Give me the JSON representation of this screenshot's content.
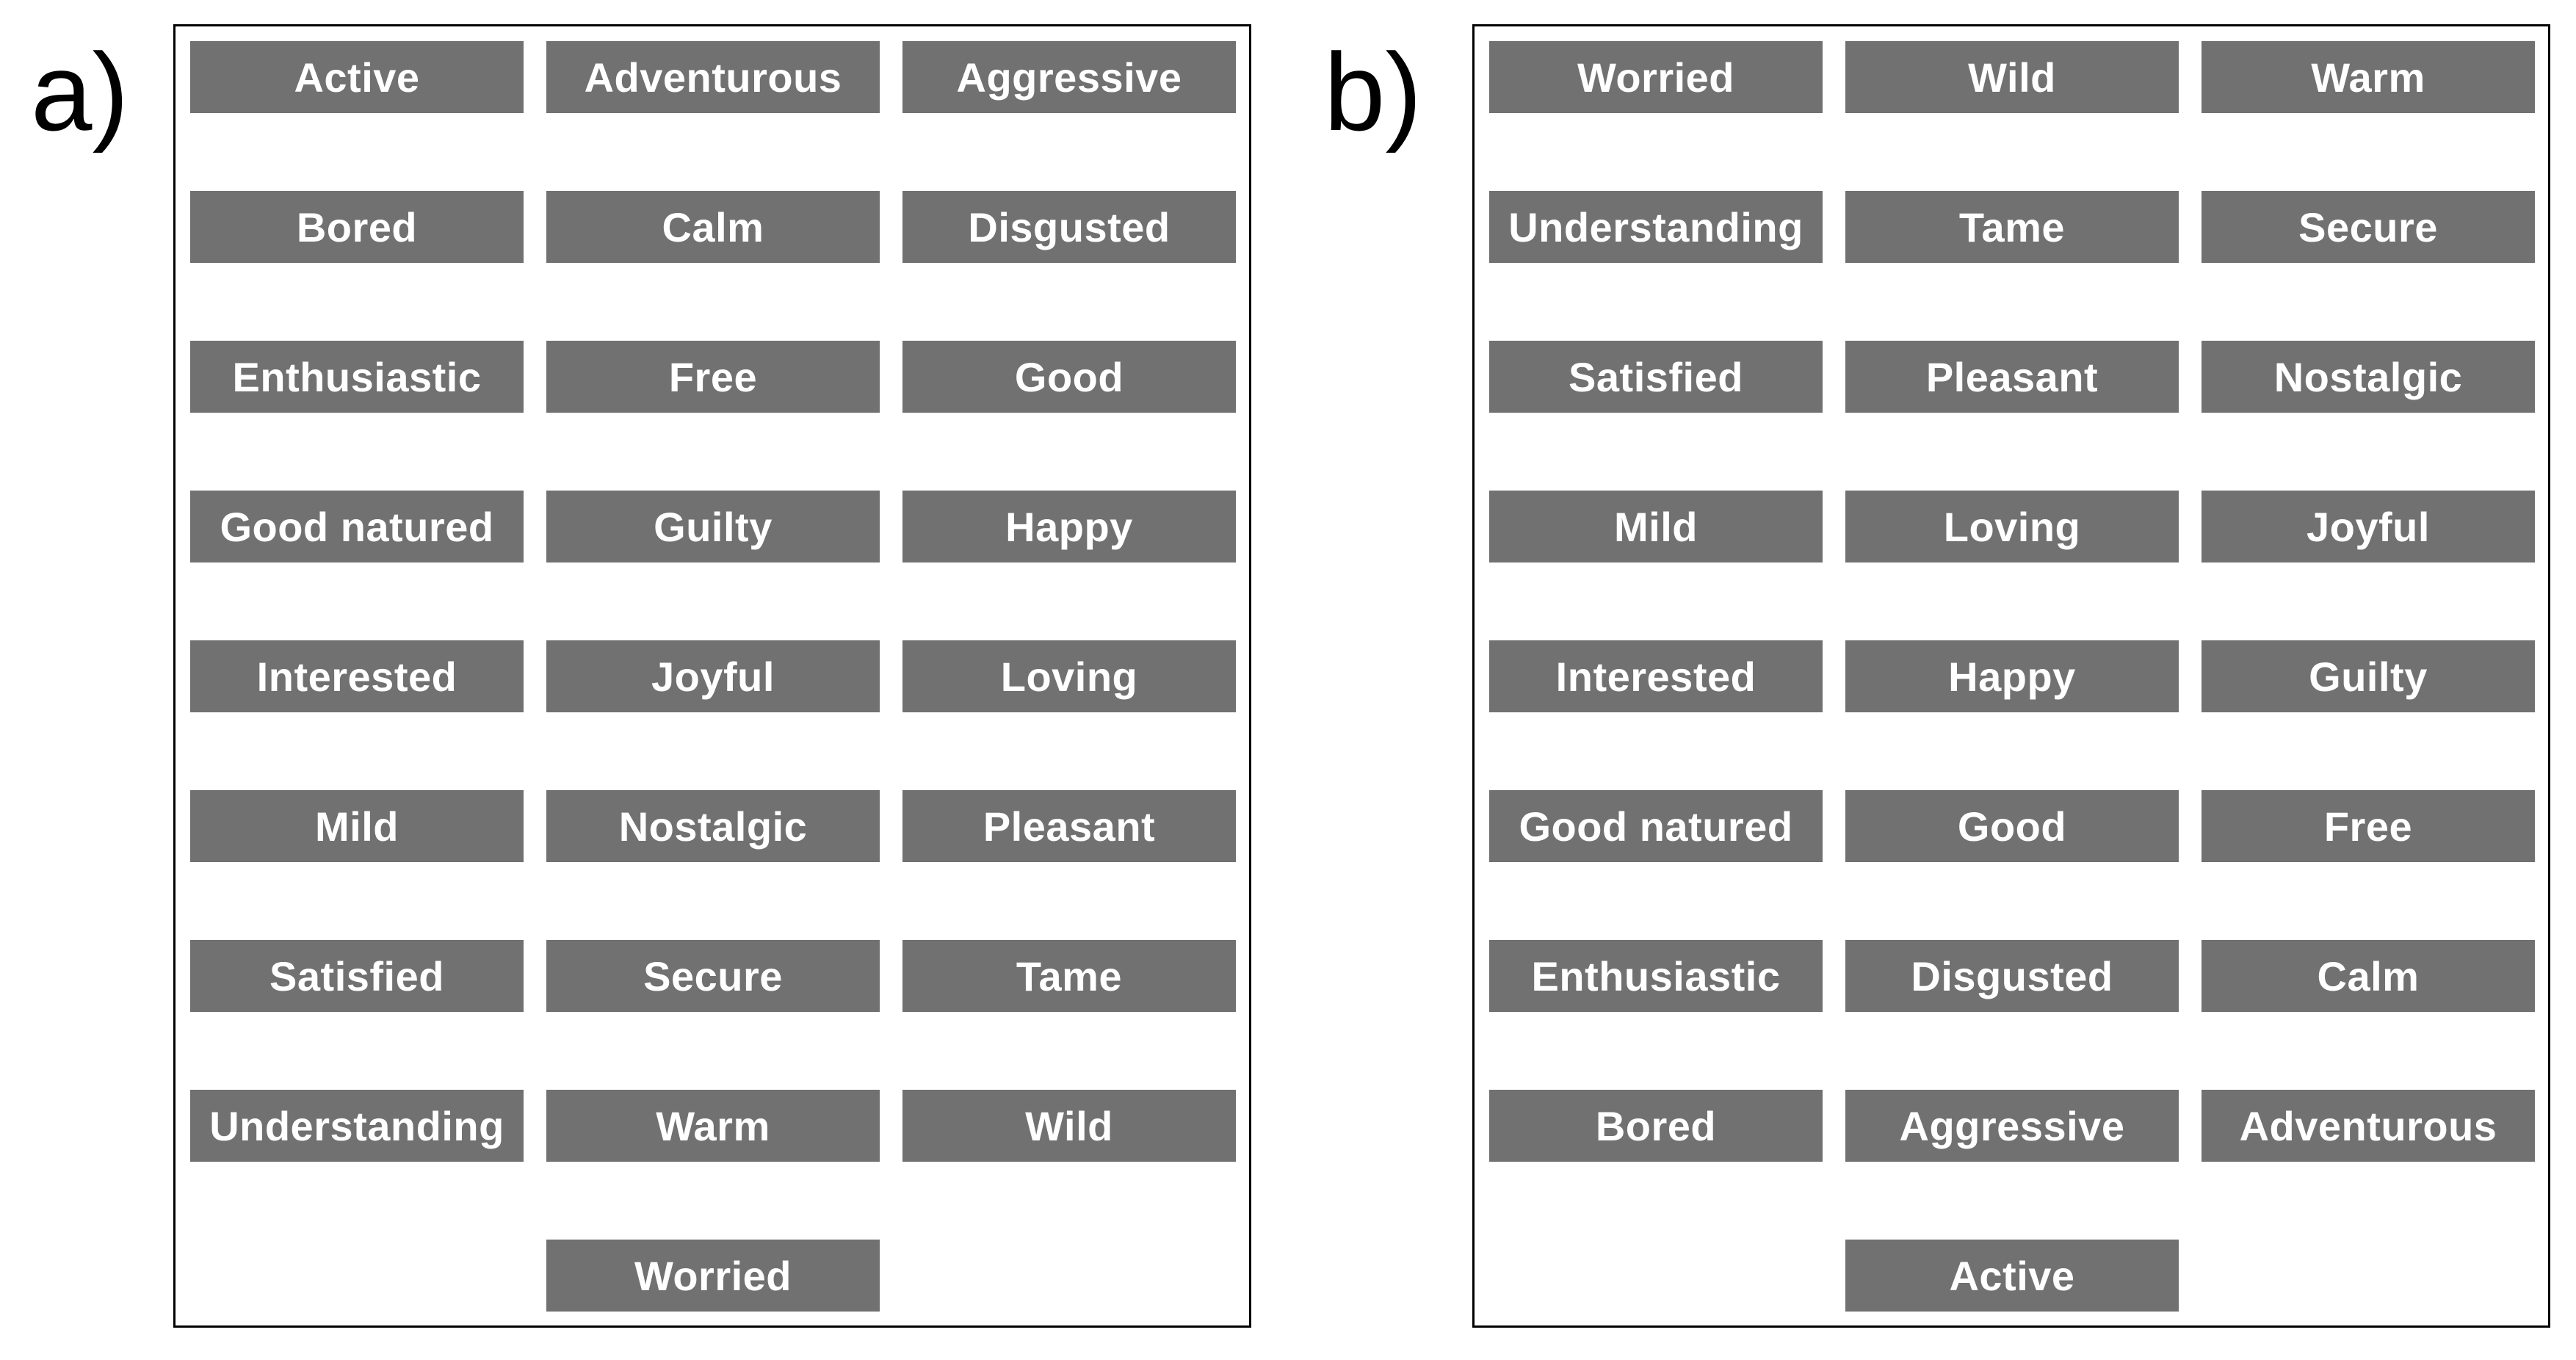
{
  "panels": [
    {
      "label": "a)",
      "words": [
        "Active",
        "Adventurous",
        "Aggressive",
        "Bored",
        "Calm",
        "Disgusted",
        "Enthusiastic",
        "Free",
        "Good",
        "Good natured",
        "Guilty",
        "Happy",
        "Interested",
        "Joyful",
        "Loving",
        "Mild",
        "Nostalgic",
        "Pleasant",
        "Satisfied",
        "Secure",
        "Tame",
        "Understanding",
        "Warm",
        "Wild",
        "Worried"
      ]
    },
    {
      "label": "b)",
      "words": [
        "Worried",
        "Wild",
        "Warm",
        "Understanding",
        "Tame",
        "Secure",
        "Satisfied",
        "Pleasant",
        "Nostalgic",
        "Mild",
        "Loving",
        "Joyful",
        "Interested",
        "Happy",
        "Guilty",
        "Good natured",
        "Good",
        "Free",
        "Enthusiastic",
        "Disgusted",
        "Calm",
        "Bored",
        "Aggressive",
        "Adventurous",
        "Active"
      ]
    }
  ],
  "colors": {
    "tile_background": "#717171",
    "tile_text": "#ffffff",
    "border": "#000000"
  }
}
